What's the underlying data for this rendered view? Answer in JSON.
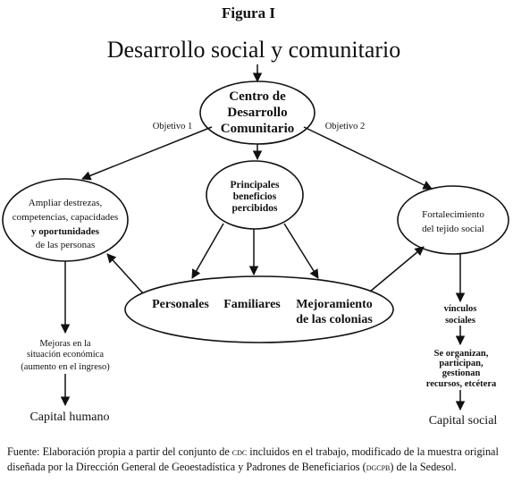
{
  "figure_label": "Figura I",
  "title": "Desarrollo social y comunitario",
  "center": [
    "Centro de",
    "Desarrollo",
    "Comunitario"
  ],
  "objective_left": "Objetivo 1",
  "objective_right": "Objetivo 2",
  "benefits": [
    "Principales",
    "beneficios",
    "percibidos"
  ],
  "left_node": [
    "Ampliar destrezas,",
    "competencias, capacidades",
    "y oportunidades",
    "de las personas"
  ],
  "right_node": [
    "Fortalecimiento",
    "del tejido social"
  ],
  "bottom_node": {
    "personales": "Personales",
    "familiares": "Familiares",
    "mejoramiento": [
      "Mejoramiento",
      "de las colonias"
    ]
  },
  "left_outcome": [
    "Mejoras en la",
    "situación económica",
    "(aumento en el ingreso)"
  ],
  "left_result": "Capital humano",
  "right_step1": [
    "vínculos",
    "sociales"
  ],
  "right_step2": [
    "Se organizan,",
    "participan,",
    "gestionan",
    "recursos, etcétera"
  ],
  "right_result": "Capital social",
  "caption": {
    "part1": "Fuente: Elaboración propia a partir del conjunto de ",
    "abbr1": "cdc",
    "part2": " incluidos en el trabajo, modificado de la muestra original diseñada por la Dirección General de Geoestadística y Padrones de Beneficiarios (",
    "abbr2": "dgcpb",
    "part3": ") de la Sedesol."
  }
}
